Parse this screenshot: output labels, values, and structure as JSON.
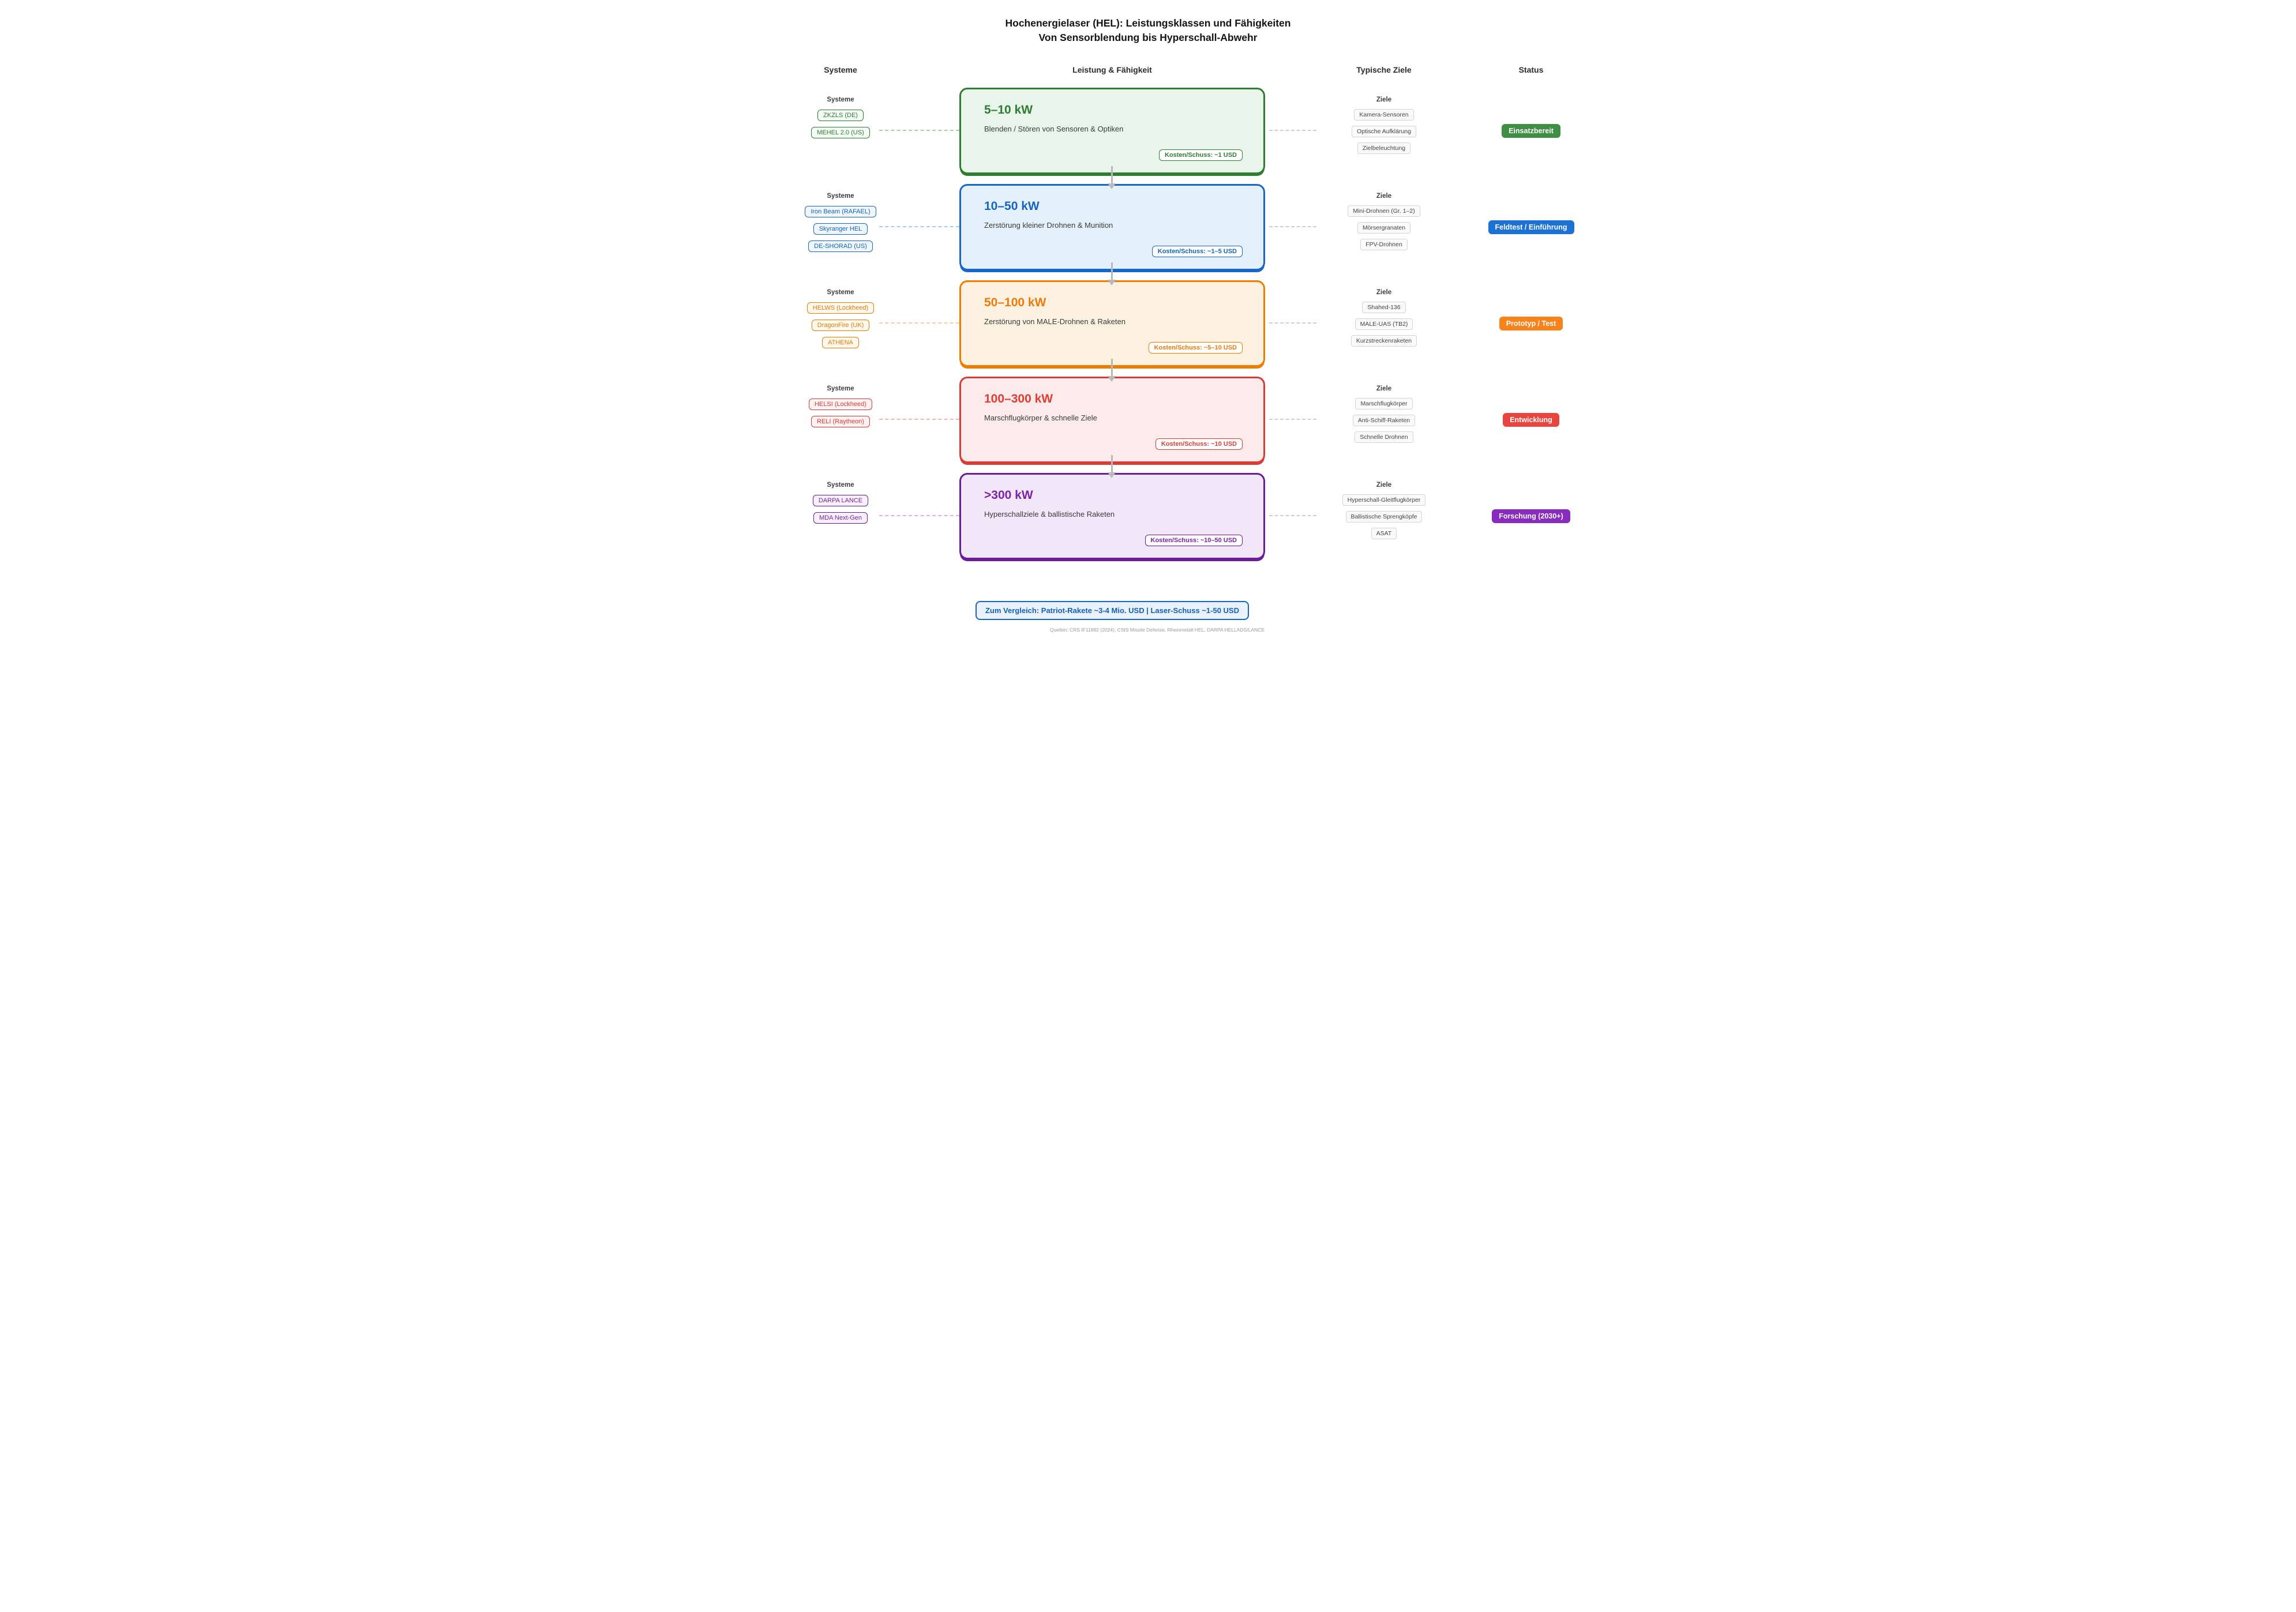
{
  "title": {
    "line1": "Hochenergielaser (HEL): Leistungsklassen und Fähigkeiten",
    "line2": "Von Sensorblendung bis Hyperschall-Abwehr"
  },
  "columns": {
    "systems": "Systeme",
    "capability": "Leistung & Fähigkeit",
    "targets": "Typische Ziele",
    "status": "Status"
  },
  "labels": {
    "systems_group": "Systeme",
    "targets_group": "Ziele"
  },
  "rows": [
    {
      "power": "5–10 kW",
      "description": "Blenden / Stören von Sensoren & Optiken",
      "cost": "Kosten/Schuss: ~1 USD",
      "systems": [
        "ZKZLS (DE)",
        "MEHEL 2.0 (US)"
      ],
      "targets": [
        "Kamera-Sensoren",
        "Optische Aufklärung",
        "Zielbeleuchtung"
      ],
      "status": "Einsatzbereit",
      "colors": {
        "border": "#2f7d33",
        "fill": "#e9f5ea",
        "tint": "#f4faf4",
        "title": "#2f7d33",
        "status_bg": "#3e8e44",
        "connector": "#a5cfa8"
      }
    },
    {
      "power": "10–50 kW",
      "description": "Zerstörung kleiner Drohnen & Munition",
      "cost": "Kosten/Schuss: ~1–5 USD",
      "systems": [
        "Iron Beam (RAFAEL)",
        "Skyranger HEL",
        "DE-SHORAD (US)"
      ],
      "targets": [
        "Mini-Drohnen (Gr. 1–2)",
        "Mörsergranaten",
        "FPV-Drohnen"
      ],
      "status": "Feldtest / Einführung",
      "colors": {
        "border": "#1667c9",
        "fill": "#e4f0fb",
        "tint": "#eff6fd",
        "title": "#1565c0",
        "status_bg": "#1b72d4",
        "connector": "#a9c9ee"
      }
    },
    {
      "power": "50–100 kW",
      "description": "Zerstörung von MALE-Drohnen & Raketen",
      "cost": "Kosten/Schuss: ~5–10 USD",
      "systems": [
        "HELWS (Lockheed)",
        "DragonFire (UK)",
        "ATHENA"
      ],
      "targets": [
        "Shahed-136",
        "MALE-UAS (TB2)",
        "Kurzstreckenraketen"
      ],
      "status": "Prototyp / Test",
      "colors": {
        "border": "#ef7d00",
        "fill": "#fdf2e2",
        "tint": "#fef8ee",
        "title": "#ef7a08",
        "status_bg": "#f9821a",
        "connector": "#f8cba0"
      }
    },
    {
      "power": "100–300 kW",
      "description": "Marschflugkörper & schnelle Ziele",
      "cost": "Kosten/Schuss: ~10 USD",
      "systems": [
        "HELSI (Lockheed)",
        "RELI (Raytheon)"
      ],
      "targets": [
        "Marschflugkörper",
        "Anti-Schiff-Raketen",
        "Schnelle Drohnen"
      ],
      "status": "Entwicklung",
      "colors": {
        "border": "#d93b35",
        "fill": "#fcebea",
        "tint": "#fdf2f1",
        "title": "#e23c35",
        "status_bg": "#e8453f",
        "connector": "#f3b3b0"
      }
    },
    {
      "power": ">300 kW",
      "description": "Hyperschallziele & ballistische Raketen",
      "cost": "Kosten/Schuss: ~10–50 USD",
      "systems": [
        "DARPA LANCE",
        "MDA Next-Gen"
      ],
      "targets": [
        "Hyperschall-Gleitflugkörper",
        "Ballistische Sprengköpfe",
        "ASAT"
      ],
      "status": "Forschung (2030+)",
      "colors": {
        "border": "#6d1b9e",
        "fill": "#f2e7f8",
        "tint": "#f8f0fc",
        "title": "#7d22a8",
        "status_bg": "#8a2bbf",
        "connector": "#d5b3e8"
      }
    }
  ],
  "comparison": "Zum Vergleich: Patriot-Rakete ~3-4 Mio. USD  |  Laser-Schuss ~1-50 USD",
  "footnote": "Quellen: CRS IF11882 (2024), CSIS Missile Defense, Rheinmetall HEL, DARPA HELLADS/LANCE"
}
